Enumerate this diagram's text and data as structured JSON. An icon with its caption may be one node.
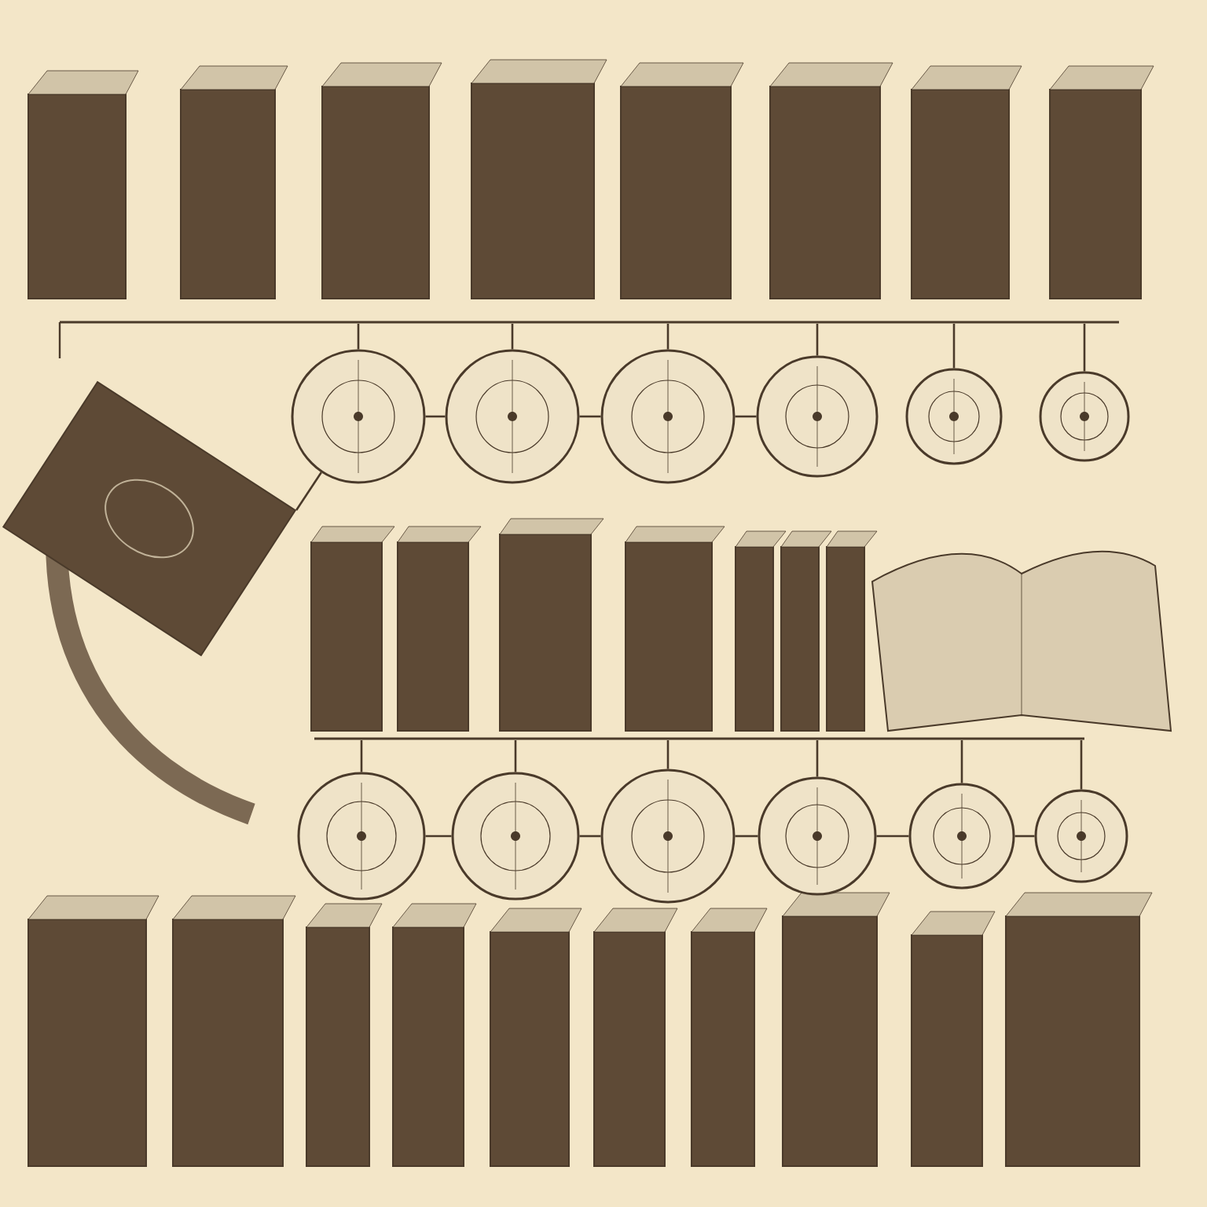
{
  "diagram": {
    "nodes": [
      {
        "text": [],
        "shape": "bar"
      },
      {
        "text": [],
        "shape": "picture"
      },
      {
        "text": [],
        "shape": "circle"
      },
      {
        "text": [],
        "shape": "circle"
      },
      {
        "text": [],
        "shape": "circle"
      },
      {
        "text": [],
        "shape": "circle"
      },
      {
        "text": [],
        "shape": "circle"
      },
      {
        "text": [],
        "shape": "circle"
      },
      {
        "text": [],
        "shape": "bar"
      },
      {
        "text": [],
        "shape": "circle"
      },
      {
        "text": [],
        "shape": "circle"
      },
      {
        "text": [],
        "shape": "circle"
      },
      {
        "text": [],
        "shape": "circle"
      },
      {
        "text": [],
        "shape": "circle"
      },
      {
        "text": [],
        "shape": "circle"
      }
    ],
    "edges": [
      {
        "from": 0,
        "to": 2,
        "arrow": "none"
      },
      {
        "from": 0,
        "to": 3,
        "arrow": "none"
      },
      {
        "from": 0,
        "to": 4,
        "arrow": "none"
      },
      {
        "from": 0,
        "to": 5,
        "arrow": "none"
      },
      {
        "from": 0,
        "to": 6,
        "arrow": "none"
      },
      {
        "from": 0,
        "to": 7,
        "arrow": "none"
      },
      {
        "from": 1,
        "to": 2,
        "arrow": "none"
      },
      {
        "from": 2,
        "to": 3,
        "arrow": "none"
      },
      {
        "from": 3,
        "to": 4,
        "arrow": "none"
      },
      {
        "from": 4,
        "to": 5,
        "arrow": "none"
      },
      {
        "from": 8,
        "to": 9,
        "arrow": "none"
      },
      {
        "from": 8,
        "to": 10,
        "arrow": "none"
      },
      {
        "from": 8,
        "to": 11,
        "arrow": "none"
      },
      {
        "from": 8,
        "to": 12,
        "arrow": "none"
      },
      {
        "from": 8,
        "to": 13,
        "arrow": "none"
      },
      {
        "from": 8,
        "to": 14,
        "arrow": "none"
      },
      {
        "from": 9,
        "to": 10,
        "arrow": "none"
      },
      {
        "from": 10,
        "to": 11,
        "arrow": "none"
      },
      {
        "from": 11,
        "to": 12,
        "arrow": "none"
      },
      {
        "from": 12,
        "to": 13,
        "arrow": "none"
      },
      {
        "from": 13,
        "to": 14,
        "arrow": "none"
      }
    ]
  }
}
